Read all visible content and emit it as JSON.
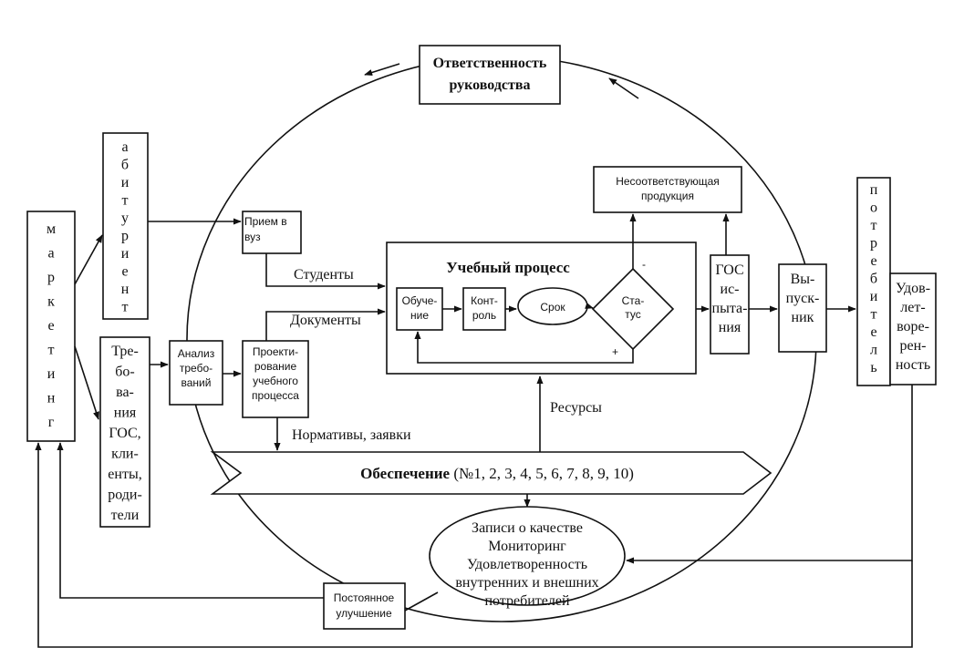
{
  "title_box": {
    "line1": "Ответственность",
    "line2": "руководства"
  },
  "marketing": {
    "letters": [
      "м",
      "а",
      "р",
      "к",
      "е",
      "т",
      "и",
      "н",
      "г"
    ]
  },
  "applicant": {
    "letters": [
      "а",
      "б",
      "и",
      "т",
      "у",
      "р",
      "и",
      "е",
      "н",
      "т"
    ]
  },
  "requirements": {
    "lines": [
      "Тре-",
      "бо-",
      "ва-",
      "ния",
      "ГОС,",
      "кли-",
      "енты,",
      "роди-",
      "тели"
    ]
  },
  "analysis": {
    "lines": [
      "Анализ",
      "требо-",
      "ваний"
    ]
  },
  "admission": {
    "lines": [
      "Прием в",
      "вуз"
    ]
  },
  "design": {
    "lines": [
      "Проекти-",
      "рование",
      "учебного",
      "процесса"
    ]
  },
  "learning_process": {
    "title": "Учебный процесс",
    "training": {
      "lines": [
        "Обуче-",
        "ние"
      ]
    },
    "control": {
      "lines": [
        "Конт-",
        "роль"
      ]
    },
    "term": "Срок",
    "status": {
      "lines": [
        "Ста-",
        "тус"
      ]
    },
    "minus": "-",
    "plus": "+"
  },
  "nonconforming": {
    "lines": [
      "Несоответствующая",
      "продукция"
    ]
  },
  "state_exams": {
    "lines": [
      "ГОС",
      "ис-",
      "пыта-",
      "ния"
    ]
  },
  "graduate": {
    "lines": [
      "Вы-",
      "пуск-",
      "ник"
    ]
  },
  "consumer": {
    "letters": [
      "п",
      "о",
      "т",
      "р",
      "е",
      "б",
      "и",
      "т",
      "е",
      "л",
      "ь"
    ]
  },
  "satisfaction": {
    "lines": [
      "Удов-",
      "лет-",
      "воре-",
      "рен-",
      "ность"
    ]
  },
  "labels": {
    "students": "Студенты",
    "documents": "Документы",
    "resources": "Ресурсы",
    "norms": "Нормативы, заявки"
  },
  "provision": {
    "bold": "Обеспечение",
    "rest": " (№1, 2, 3, 4, 5, 6, 7, 8, 9, 10)"
  },
  "quality_records": {
    "lines": [
      "Записи о качестве",
      "Мониторинг",
      "Удовлетворенность",
      "внутренних и внешних",
      "потребителей"
    ]
  },
  "improvement": {
    "lines": [
      "Постоянное",
      "улучшение"
    ]
  }
}
